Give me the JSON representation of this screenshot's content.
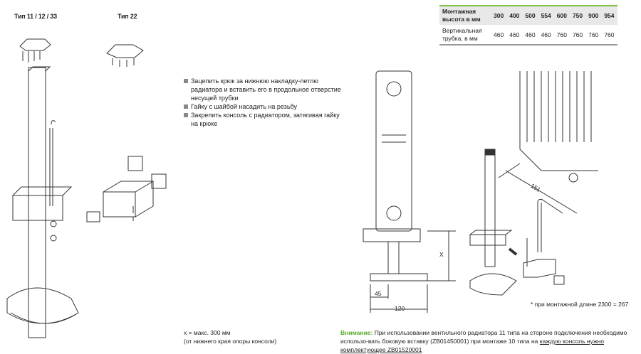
{
  "labels": {
    "type1": "Тип 11 / 12 / 33",
    "type2": "Тип 22"
  },
  "steps": [
    "Зацепить крюк за нижнюю накладку-петлю радиатора и вставить его в продольное отверстие несущей трубки",
    "Гайку с шайбой насадить на резьбу",
    "Закрепить консоль с радиатором, затягивая гайку на крюке"
  ],
  "table": {
    "row1_label": "Монтажная высота в мм",
    "row2_label": "Вертикальная трубка, в мм",
    "heights": [
      "300",
      "400",
      "500",
      "554",
      "600",
      "750",
      "900",
      "954"
    ],
    "tubes": [
      "460",
      "460",
      "460",
      "460",
      "760",
      "760",
      "760",
      "760"
    ]
  },
  "dims": {
    "x": "X",
    "d45": "45",
    "d120": "120",
    "d151": "151"
  },
  "notes": {
    "xmax": "x = макс. 300 мм",
    "xmax_sub": "(от нижнего края опоры консоли)",
    "length": "* при монтажной длине 2300 = 267"
  },
  "warning": {
    "title": "Внимание:",
    "text": " При использовании вентильного радиатора 11 типа на стороне подключения необходимо использо-вать боковую вставку (ZB01450001) при монтаже 10 типа на ",
    "underlined": "каждую консоль нужно комплектующее ZB01520001"
  },
  "colors": {
    "accent": "#7dc142"
  }
}
